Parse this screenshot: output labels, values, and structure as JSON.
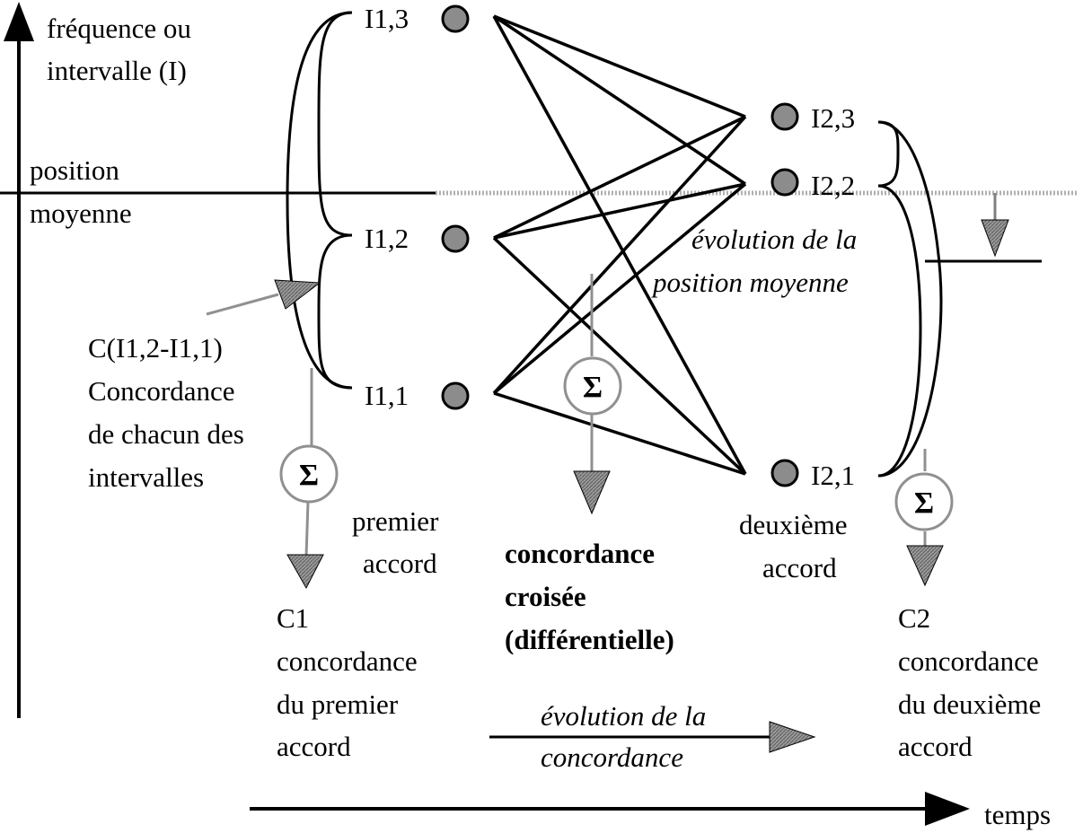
{
  "axes": {
    "y_label_line1": "fréquence ou",
    "y_label_line2": "intervalle (I)",
    "x_label": "temps"
  },
  "mean_position": {
    "line1": "position",
    "line2": "moyenne"
  },
  "chord1": {
    "intervals": [
      "I1,3",
      "I1,2",
      "I1,1"
    ],
    "label_line1": "premier",
    "label_line2": "accord"
  },
  "chord2": {
    "intervals": [
      "I2,3",
      "I2,2",
      "I2,1"
    ],
    "label_line1": "deuxième",
    "label_line2": "accord"
  },
  "interval_concordance": {
    "line1": "C(I1,2-I1,1)",
    "line2": "Concordance",
    "line3": "de chacun des",
    "line4": "intervalles"
  },
  "sigma_symbol": "Σ",
  "c1": {
    "line1": "C1",
    "line2": "concordance",
    "line3": "du premier",
    "line4": "accord"
  },
  "cross": {
    "line1": "concordance",
    "line2": "croisée",
    "line3": "(différentielle)"
  },
  "c2": {
    "line1": "C2",
    "line2": "concordance",
    "line3": "du deuxième",
    "line4": "accord"
  },
  "mean_shift": {
    "line1": "évolution de la",
    "line2": "position moyenne"
  },
  "concordance_evolution": {
    "line1": "évolution de la",
    "line2": "concordance"
  },
  "colors": {
    "node_fill": "#8c8c8c",
    "arrow_gray": "#808080",
    "line": "#000000"
  }
}
